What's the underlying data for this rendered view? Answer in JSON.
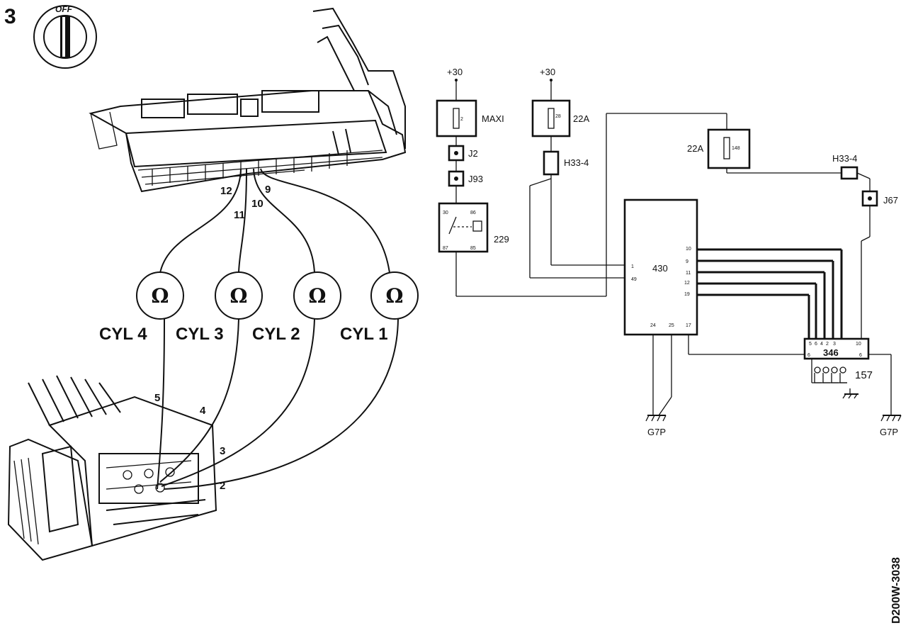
{
  "figure": {
    "number": "3",
    "code": "D200W-3038"
  },
  "ignition": {
    "label": "OFF"
  },
  "ecu_pins": {
    "p12": "12",
    "p11": "11",
    "p10": "10",
    "p9": "9"
  },
  "cylinders": [
    {
      "label": "CYL 4",
      "symbol": "Ω"
    },
    {
      "label": "CYL 3",
      "symbol": "Ω"
    },
    {
      "label": "CYL 2",
      "symbol": "Ω"
    },
    {
      "label": "CYL 1",
      "symbol": "Ω"
    }
  ],
  "plug_pins": {
    "p5": "5",
    "p4": "4",
    "p3": "3",
    "p2": "2"
  },
  "supply": {
    "left": "+30",
    "right": "+30"
  },
  "fuses": {
    "maxi": {
      "label": "MAXI",
      "num": "2"
    },
    "f22a_top": {
      "label": "22A",
      "num": "28"
    },
    "f22a_right": {
      "label": "22A",
      "num": "148"
    }
  },
  "connectors": {
    "j2": "J2",
    "j93": "J93",
    "h33_left": "H33-4",
    "h33_right": "H33-4",
    "j67": "J67"
  },
  "relay": {
    "label": "229",
    "pins": [
      "30",
      "86",
      "87",
      "85"
    ]
  },
  "module430": {
    "label": "430",
    "left_pins": [
      "1",
      "49"
    ],
    "right_pins": [
      "10",
      "9",
      "11",
      "12",
      "19"
    ],
    "bottom_pins": [
      "24",
      "25",
      "17"
    ]
  },
  "module346": {
    "label": "346",
    "pins": [
      "5",
      "6",
      "4",
      "2",
      "3",
      "10"
    ],
    "left_pin": "6",
    "right_pin": "6"
  },
  "injectors": {
    "label": "157"
  },
  "grounds": {
    "left": "G7P",
    "right": "G7P"
  }
}
